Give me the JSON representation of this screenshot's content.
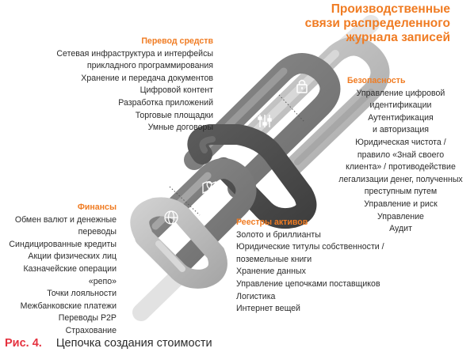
{
  "title": [
    "Производственные",
    "связи распределенного",
    "журнала записей"
  ],
  "transfer": {
    "heading": "Перевод средств",
    "items": [
      "Сетевая инфраструктура и интерфейсы",
      "прикладного программирования",
      "Хранение и передача документов",
      "Цифровой контент",
      "Разработка приложений",
      "Торговые площадки",
      "Умные договоры"
    ]
  },
  "security": {
    "heading": "Безопасность",
    "items": [
      "Управление цифровой",
      "идентификации",
      "Аутентификация",
      "и авторизация",
      "Юридическая чистота /",
      "правило «Знай своего",
      "клиента» / противодействие",
      "легализации денег, полученных",
      "преступным путем",
      "Управление и риск",
      "Управление",
      "Аудит"
    ]
  },
  "finance": {
    "heading": "Финансы",
    "items": [
      "Обмен валют и денежные",
      "переводы",
      "Синдицированные кредиты",
      "Акции физических лиц",
      "Казначейские операции",
      "«репо»",
      "Точки лояльности",
      "Межбанковские платежи",
      "Переводы P2P",
      "Страхование"
    ]
  },
  "registries": {
    "heading": "Реестры активов",
    "items": [
      "Золото и бриллианты",
      "Юридические титулы собственности /",
      "поземельные книги",
      "Хранение данных",
      "Управление цепочками поставщиков",
      "Логистика",
      "Интернет вещей"
    ]
  },
  "caption": {
    "fig": "Рис. 4.",
    "text": "Цепочка создания стоимости"
  },
  "icons": [
    "lock-icon",
    "sliders-icon",
    "map-pin-icon",
    "globe-icon"
  ],
  "colors": {
    "accent": "#f07c23",
    "caption": "#e5323f",
    "chain_dark": "#4d4d4d",
    "chain_mid": "#7a7a7a",
    "chain_light": "#b9b9b9"
  }
}
